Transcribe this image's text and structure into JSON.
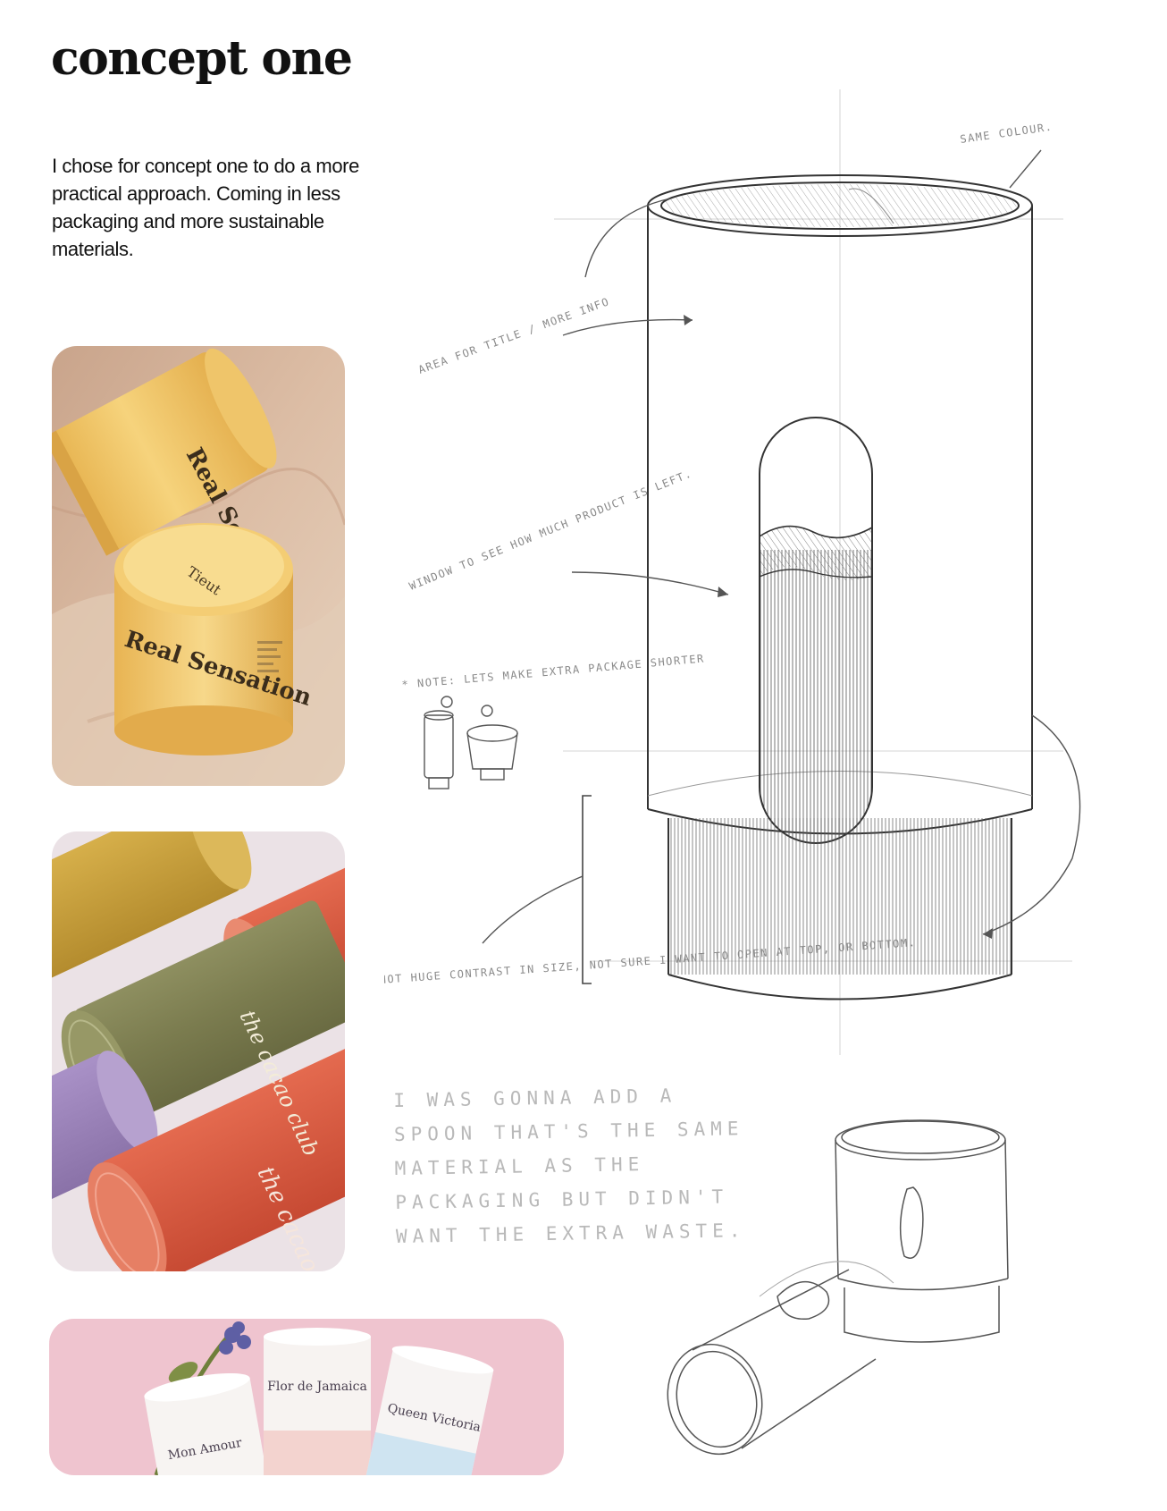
{
  "page": {
    "title": "concept one",
    "intro": "I chose for concept one to do a more practical approach. Coming in less packaging and more sustainable materials."
  },
  "photos": {
    "photo1": {
      "big_tube_text": "Real Sensation",
      "lid_text": "Tieut",
      "small_tube_text": "Real Sensation"
    },
    "photo2": {
      "brand_text": "the cacao club"
    },
    "photo3": {
      "jar_left": "Mon Amour",
      "jar_middle": "Flor de Jamaica",
      "jar_right": "Queen Victoria"
    }
  },
  "annotations": {
    "same_colour": "SAME COLOUR.",
    "area_for_title": "AREA FOR TITLE / MORE INFO",
    "window": "WINDOW TO SEE HOW MUCH PRODUCT IS LEFT.",
    "note": "* NOTE: LETS MAKE EXTRA PACKAGE SHORTER",
    "contrast": "NOT HUGE CONTRAST IN SIZE, NOT SURE I WANT TO OPEN AT TOP, OR BOTTOM.",
    "spoon": "I WAS GONNA ADD A SPOON THAT'S THE SAME MATERIAL AS THE PACKAGING BUT DIDN'T WANT THE EXTRA WASTE."
  },
  "colors": {
    "photo1_bg": "#d9b8a0",
    "photo1_tube": "#f1c96a",
    "photo2_bg": "#ece3e8",
    "photo2_olive": "#7d7e52",
    "photo2_red": "#d9573e",
    "photo2_yellow": "#c8a13b",
    "photo2_purple": "#9a82b8",
    "photo3_bg": "#efc3cf",
    "sketch_line": "#3a3a3a"
  }
}
